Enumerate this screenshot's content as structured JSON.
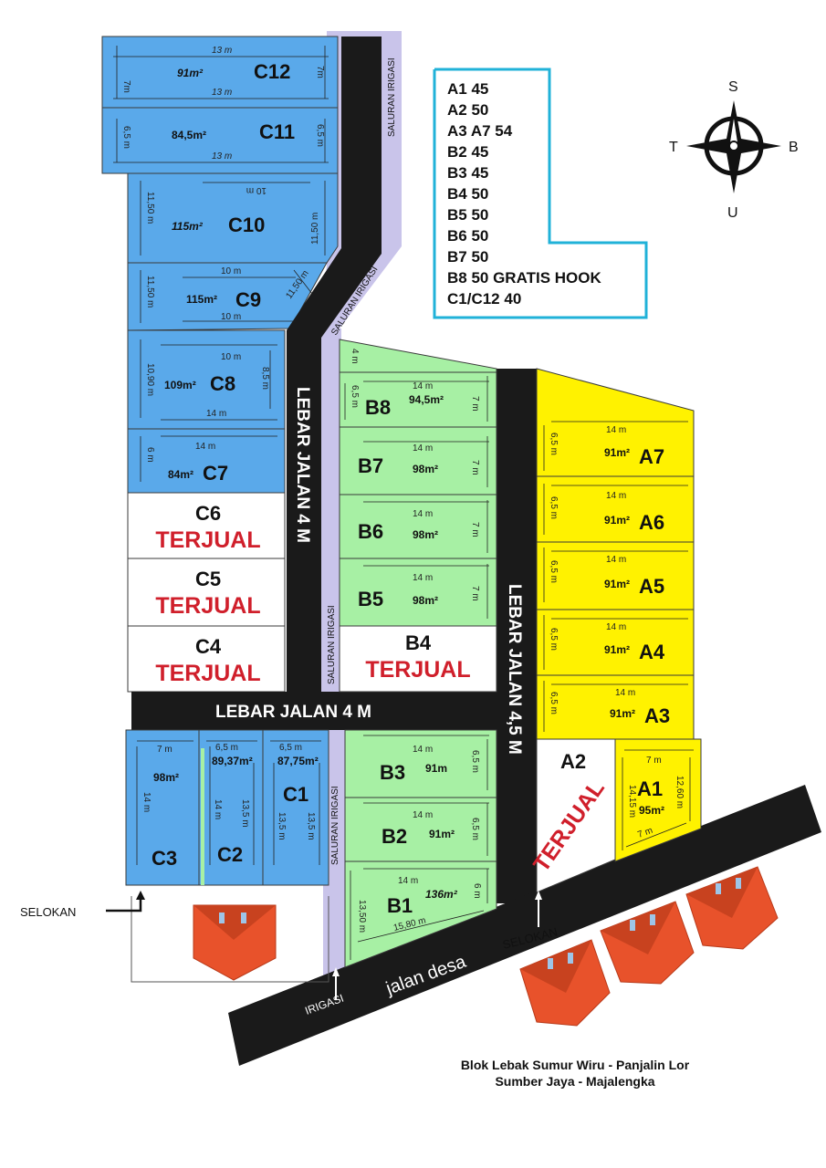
{
  "price_list": [
    "A1 45",
    "A2 50",
    "A3 A7 54",
    "B2 45",
    "B3 45",
    "B4 50",
    "B5 50",
    "B6 50",
    "B7 50",
    "B8 50 GRATIS HOOK",
    "C1/C12 40"
  ],
  "compass": {
    "north": "S",
    "south": "U",
    "east": "B",
    "west": "T"
  },
  "roads": {
    "main_vertical": "LEBAR JALAN 4 M",
    "cross": "LEBAR JALAN 4 M",
    "right_vertical": "LEBAR JALAN 4,5 M",
    "village": "jalan desa"
  },
  "irrigation": {
    "label": "SALURAN IRIGASI",
    "short": "IRIGASI"
  },
  "drain": {
    "label": "SELOKAN"
  },
  "caption": {
    "line1": "Blok Lebak Sumur Wiru - Panjalin Lor",
    "line2": "Sumber Jaya - Majalengka"
  },
  "sold_label": "TERJUAL",
  "lots": {
    "C12": {
      "name": "C12",
      "area": "91m²",
      "top": "13 m",
      "bottom": "13 m",
      "left": "7m",
      "right": "7m"
    },
    "C11": {
      "name": "C11",
      "area": "84,5m²",
      "bottom": "13 m",
      "left": "6,5 m",
      "right": "6,5 m"
    },
    "C10": {
      "name": "C10",
      "area": "115m²",
      "top": "10 m",
      "left": "11,50 m",
      "right": "11,50 m"
    },
    "C9": {
      "name": "C9",
      "area": "115m²",
      "top": "10 m",
      "bottom": "10 m",
      "left": "11,50 m",
      "right": "11,50 m"
    },
    "C8": {
      "name": "C8",
      "area": "109m²",
      "top": "10 m",
      "bottom": "14 m",
      "left": "10,90 m",
      "right": "8,5 m"
    },
    "C7": {
      "name": "C7",
      "area": "84m²",
      "top": "14 m",
      "left": "6 m"
    },
    "C6": {
      "name": "C6"
    },
    "C5": {
      "name": "C5"
    },
    "C4": {
      "name": "C4"
    },
    "B8": {
      "name": "B8",
      "area": "94,5m²",
      "top": "14 m",
      "left": "6,5 m",
      "right": "7 m",
      "notch": "4 m"
    },
    "B7": {
      "name": "B7",
      "area": "98m²",
      "top": "14 m",
      "right": "7 m"
    },
    "B6": {
      "name": "B6",
      "area": "98m²",
      "top": "14 m",
      "right": "7 m"
    },
    "B5": {
      "name": "B5",
      "area": "98m²",
      "top": "14 m",
      "right": "7 m"
    },
    "B4": {
      "name": "B4"
    },
    "B3": {
      "name": "B3",
      "area": "91m",
      "top": "14 m",
      "right": "6,5 m"
    },
    "B2": {
      "name": "B2",
      "area": "91m²",
      "top": "14 m",
      "right": "6,5 m"
    },
    "B1": {
      "name": "B1",
      "area": "136m²",
      "top": "14 m",
      "left": "13,50 m",
      "right": "6 m",
      "bottom": "15,80 m"
    },
    "A7": {
      "name": "A7",
      "area": "91m²",
      "top": "14 m",
      "left": "6,5 m"
    },
    "A6": {
      "name": "A6",
      "area": "91m²",
      "top": "14 m",
      "left": "6,5 m"
    },
    "A5": {
      "name": "A5",
      "area": "91m²",
      "top": "14 m",
      "left": "6,5 m"
    },
    "A4": {
      "name": "A4",
      "area": "91m²",
      "top": "14 m",
      "left": "6,5 m"
    },
    "A3": {
      "name": "A3",
      "area": "91m²",
      "top": "14 m",
      "left": "6,5 m"
    },
    "A2": {
      "name": "A2"
    },
    "A1": {
      "name": "A1",
      "area": "95m²",
      "top": "7 m",
      "bottom": "7 m",
      "left": "14,15 m",
      "right": "12,60 m"
    },
    "C3": {
      "name": "C3",
      "area": "98m²",
      "top": "7 m",
      "left": "14 m"
    },
    "C2": {
      "name": "C2",
      "area": "89,37m²",
      "top": "6,5 m",
      "left": "14 m",
      "right": "13,5 m"
    },
    "C1": {
      "name": "C1",
      "area": "87,75m²",
      "top": "6,5 m",
      "left": "13,5 m",
      "right": "13,5 m"
    }
  },
  "colors": {
    "block_c": "#5aa9ea",
    "block_b": "#a7f0a4",
    "block_a": "#fff200",
    "road": "#1a1a1a",
    "irrigation": "#c9c4ea",
    "sold": "#d01f2b",
    "roof": "#e8522b",
    "frame": "#20b2d8"
  }
}
